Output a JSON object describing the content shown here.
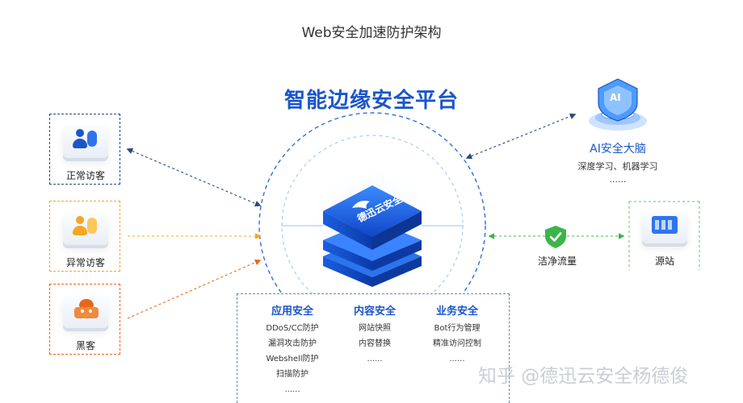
{
  "page_title": "Web安全加速防护架构",
  "platform_title": "智能边缘安全平台",
  "core_logo_text": "德迅云安全",
  "visitors": [
    {
      "label": "正常访客",
      "icon": "person-blue-icon",
      "color": "#1a56c9"
    },
    {
      "label": "异常访客",
      "icon": "person-orange-icon",
      "color": "#f5a623"
    },
    {
      "label": "黑客",
      "icon": "hacker-icon",
      "color": "#e9671d"
    }
  ],
  "ai": {
    "title": "AI安全大脑",
    "badge": "AI",
    "desc": "深度学习、机器学习",
    "more": "......"
  },
  "clean_traffic": {
    "label": "洁净流量",
    "icon": "shield-check-icon",
    "color": "#3cb44b"
  },
  "origin": {
    "label": "源站",
    "icon": "server-icon"
  },
  "services": [
    {
      "title": "应用安全",
      "items": [
        "DDoS/CC防护",
        "漏洞攻击防护",
        "Webshell防护",
        "扫描防护",
        "......"
      ]
    },
    {
      "title": "内容安全",
      "items": [
        "网站快照",
        "内容替换",
        "......"
      ]
    },
    {
      "title": "业务安全",
      "items": [
        "Bot行为管理",
        "精准访问控制",
        "......"
      ]
    }
  ],
  "watermark": "知乎 @德迅云安全杨德俊",
  "colors": {
    "accent": "#1a56c9",
    "orange": "#f5a623",
    "red_orange": "#e9671d",
    "green": "#3cb44b"
  }
}
